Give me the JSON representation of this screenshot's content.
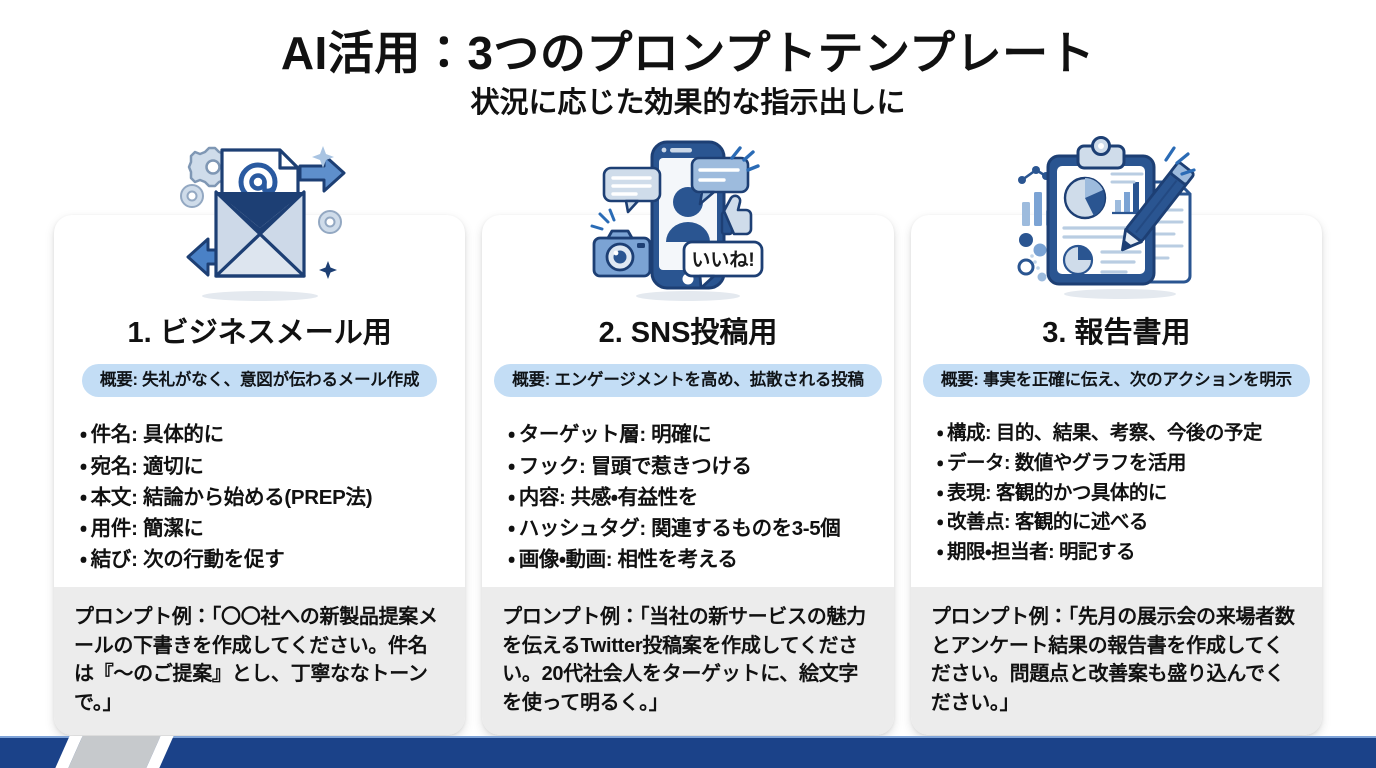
{
  "header": {
    "title": "AI活用：3つのプロンプトテンプレート",
    "subtitle": "状況に応じた効果的な指示出しに"
  },
  "theme": {
    "accent_blue": "#1b4289",
    "badge_blue": "#c3ddf5",
    "prompt_gray": "#ececec",
    "page_bg": "#ffffff",
    "text": "#111111"
  },
  "cards": [
    {
      "illustration": "email-envelope-illustration",
      "title": "1. ビジネスメール用",
      "badge": "概要: 失礼がなく、意図が伝わるメール作成",
      "bullets": [
        "件名: 具体的に",
        "宛名: 適切に",
        "本文: 結論から始める(PREP法)",
        "用件: 簡潔に",
        "結び: 次の行動を促す"
      ],
      "prompt": "プロンプト例：「〇〇社への新製品提案メールの下書きを作成してください。件名は『〜のご提案』とし、丁寧ななトーンで。」"
    },
    {
      "illustration": "social-media-phone-illustration",
      "title": "2. SNS投稿用",
      "badge": "概要: エンゲージメントを高め、拡散される投稿",
      "bullets": [
        "ターゲット層: 明確に",
        "フック: 冒頭で惹きつける",
        "内容: 共感・有益性を",
        "ハッシュタグ: 関連するものを3-5個",
        "画像・動画: 相性を考える"
      ],
      "prompt": "プロンプト例：「当社の新サービスの魅力を伝えるTwitter投稿案を作成してください。20代社会人をターゲットに、絵文字を使って明るく。」"
    },
    {
      "illustration": "report-clipboard-illustration",
      "title": "3. 報告書用",
      "badge": "概要: 事実を正確に伝え、次のアクションを明示",
      "bullets": [
        "構成: 目的、結果、考察、今後の予定",
        "データ: 数値やグラフを活用",
        "表現: 客観的かつ具体的に",
        "改善点: 客観的に述べる",
        "期限・担当者: 明記する"
      ],
      "prompt": "プロンプト例：「先月の展示会の来場者数とアンケート結果の報告書を作成してください。問題点と改善案も盛り込んでください。」"
    }
  ],
  "illustration_labels": {
    "sns_like_bubble": "いいね!"
  },
  "bullet_marker": "・"
}
